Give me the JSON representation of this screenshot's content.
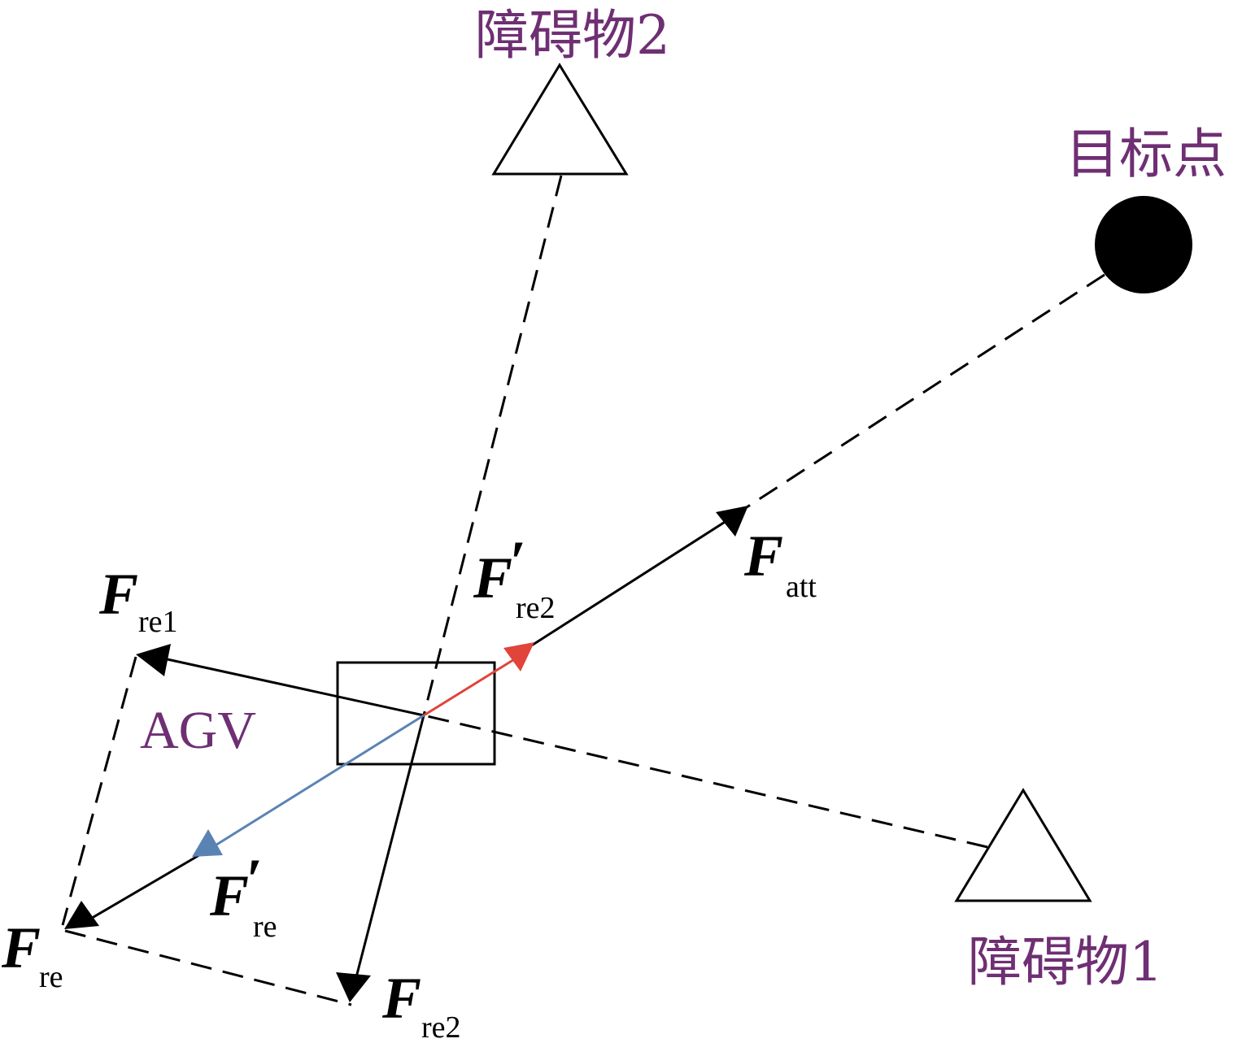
{
  "colors": {
    "label": "#6f2f73",
    "red_arrow": "#e0443a",
    "blue_arrow": "#5a83b4",
    "black": "#000000"
  },
  "labels": {
    "obstacle1": "障碍物1",
    "obstacle2": "障碍物2",
    "target": "目标点",
    "agv": "AGV"
  },
  "forces": {
    "f_att": {
      "symbol": "F",
      "prime": "",
      "sub": "att"
    },
    "f_re1": {
      "symbol": "F",
      "prime": "",
      "sub": "re1"
    },
    "f_re2": {
      "symbol": "F",
      "prime": "",
      "sub": "re2"
    },
    "f_re": {
      "symbol": "F",
      "prime": "",
      "sub": "re"
    },
    "f_re2_prime": {
      "symbol": "F",
      "prime": "′",
      "sub": "re2"
    },
    "f_re_prime": {
      "symbol": "F",
      "prime": "′",
      "sub": "re"
    }
  }
}
